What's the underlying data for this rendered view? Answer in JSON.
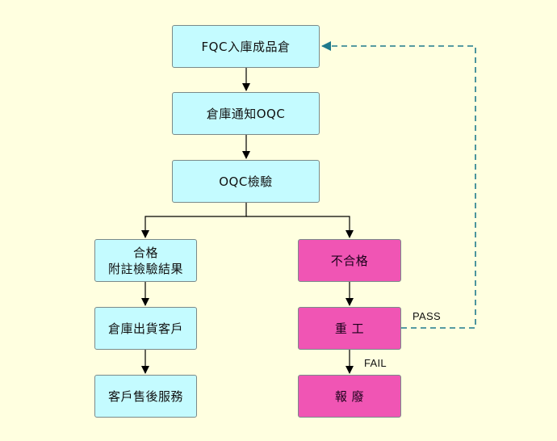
{
  "nodes": {
    "fqc_warehouse": "FQC入庫成品倉",
    "notify_oqc": "倉庫通知OQC",
    "oqc_inspect": "OQC檢驗",
    "pass_line1": "合格",
    "pass_line2": "附註檢驗結果",
    "warehouse_ship": "倉庫出貨客戶",
    "after_sales": "客戶售後服務",
    "fail": "不合格",
    "rework": "重 工",
    "scrap": "報 廢"
  },
  "edge_labels": {
    "pass": "PASS",
    "fail": "FAIL"
  },
  "colors": {
    "background": "#ffffe0",
    "process_fill": "#c4fbff",
    "reject_fill": "#f055b4",
    "connector": "#000000",
    "loop_connector": "#1f7a8c"
  }
}
